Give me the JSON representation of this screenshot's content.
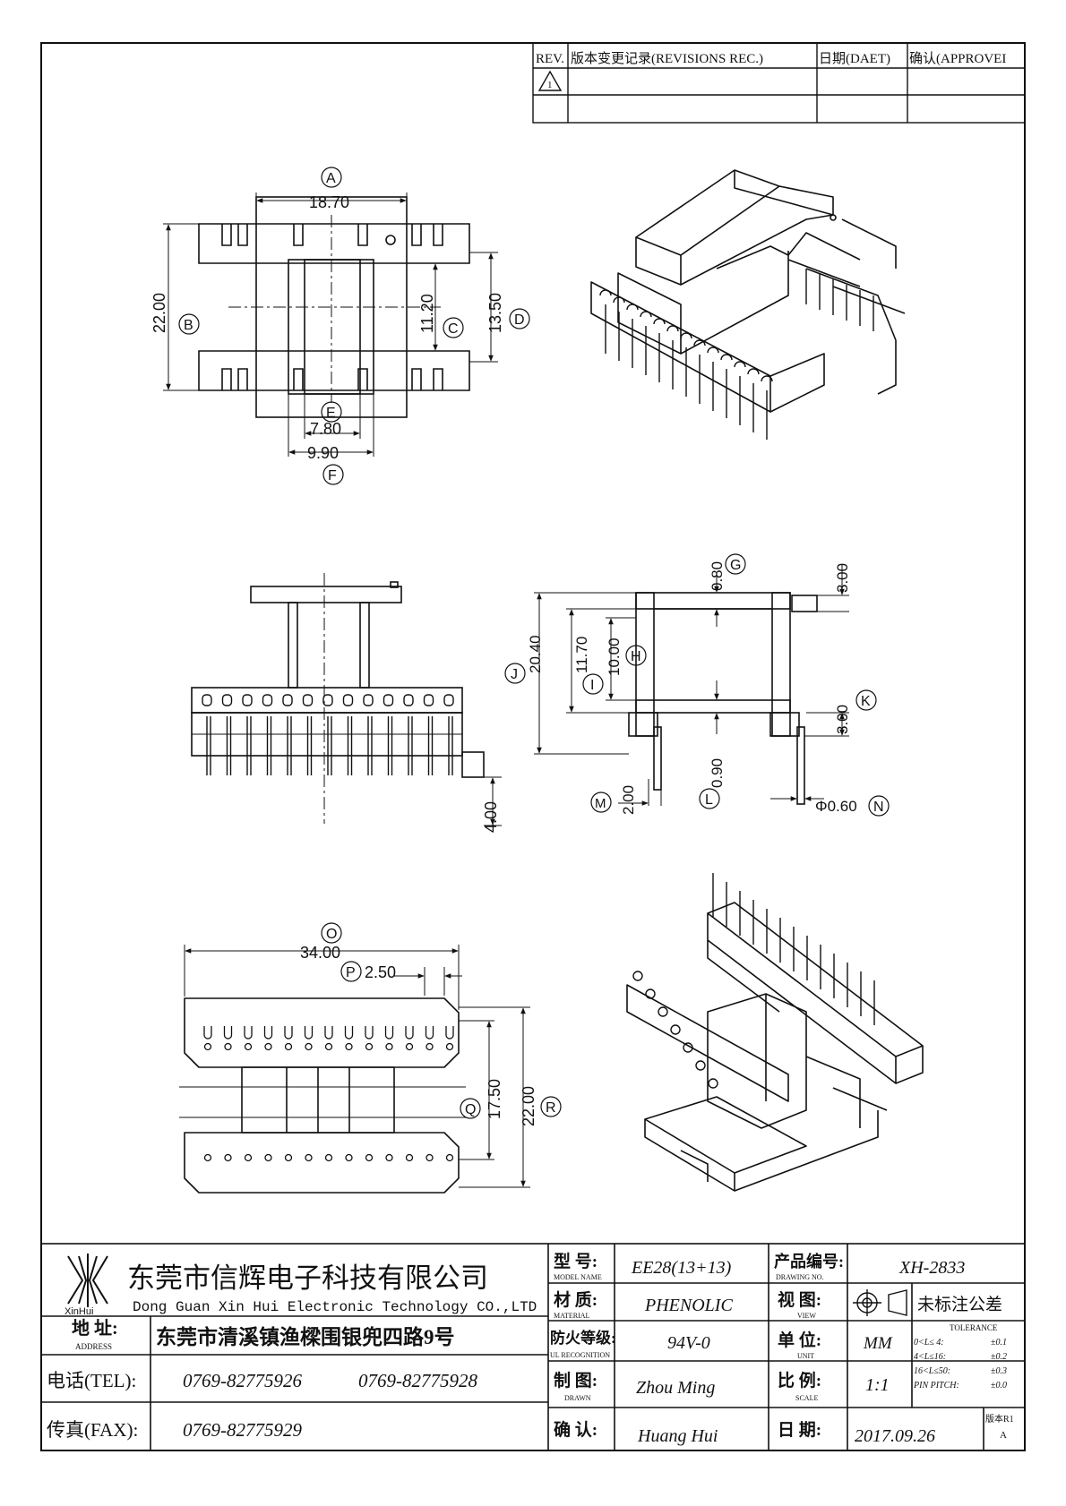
{
  "revisions": {
    "rev": "REV.",
    "record": "版本变更记录(REVISIONS REC.)",
    "date": "日期(DAET)",
    "approve": "确认(APPROVEI",
    "rev_symbol": "1"
  },
  "dimensions": {
    "A": {
      "label": "A",
      "value": "18.70"
    },
    "B": {
      "label": "B",
      "value": "22.00"
    },
    "C": {
      "label": "C",
      "value": "11.20"
    },
    "D": {
      "label": "D",
      "value": "13.50"
    },
    "E": {
      "label": "E",
      "value": "7.80"
    },
    "F": {
      "label": "F",
      "value": "9.90"
    },
    "G": {
      "label": "G",
      "value": "0.80"
    },
    "H": {
      "label": "H",
      "value": "10.00"
    },
    "I": {
      "label": "I",
      "value": "11.70"
    },
    "J": {
      "label": "J",
      "value": "20.40"
    },
    "K": {
      "label": "K",
      "value": "3.00"
    },
    "K_top": {
      "value": "3.00"
    },
    "L": {
      "label": "L",
      "value": "0.90"
    },
    "M": {
      "label": "M",
      "value": "2.00"
    },
    "N": {
      "label": "N",
      "value": "Φ0.60"
    },
    "pin": {
      "value": "4.00"
    },
    "O": {
      "label": "O",
      "value": "34.00"
    },
    "P": {
      "label": "P",
      "value": "2.50"
    },
    "Q": {
      "label": "Q",
      "value": "17.50"
    },
    "R": {
      "label": "R",
      "value": "22.00"
    }
  },
  "title_block": {
    "logo_text": "XinHui",
    "company_cn": "东莞市信辉电子科技有限公司",
    "company_en": "Dong Guan Xin Hui Electronic Technology CO.,LTD",
    "address_label_cn": "地  址:",
    "address_label_en": "ADDRESS",
    "address": "东莞市清溪镇渔樑围银兜四路9号",
    "tel_label": "电话(TEL):",
    "tel1": "0769-82775926",
    "tel2": "0769-82775928",
    "fax_label": "传真(FAX):",
    "fax": "0769-82775929",
    "model_label_cn": "型  号:",
    "model_label_en": "MODEL NAME",
    "model": "EE28(13+13)",
    "material_label_cn": "材  质:",
    "material_label_en": "MATERIAL",
    "material": "PHENOLIC",
    "ul_label_cn": "防火等级:",
    "ul_label_en": "UL RECOGNITION",
    "ul": "94V-0",
    "drawn_label_cn": "制  图:",
    "drawn_label_en": "DRAWN",
    "drawn": "Zhou Ming",
    "confirm_label_cn": "确  认:",
    "confirm": "Huang Hui",
    "drawing_no_label_cn": "产品编号:",
    "drawing_no_label_en": "DRAWING NO.",
    "drawing_no": "XH-2833",
    "view_label_cn": "视  图:",
    "view_label_en": "VIEW",
    "tolerance_cn": "未标注公差",
    "tolerance_en": "TOLERANCE",
    "tol_rows": [
      {
        "range": "0<L≤ 4:",
        "value": "±0.1"
      },
      {
        "range": "4<L≤16:",
        "value": "±0.2"
      },
      {
        "range": "16<L≤50:",
        "value": "±0.3"
      },
      {
        "range": "PIN PITCH:",
        "value": "±0.0"
      }
    ],
    "unit_label_cn": "单  位:",
    "unit_label_en": "UNIT",
    "unit": "MM",
    "scale_label_cn": "比  例:",
    "scale_label_en": "SCALE",
    "scale": "1:1",
    "date_label_cn": "日  期:",
    "date": "2017.09.26",
    "version_label": "版本R1",
    "version": "A"
  }
}
